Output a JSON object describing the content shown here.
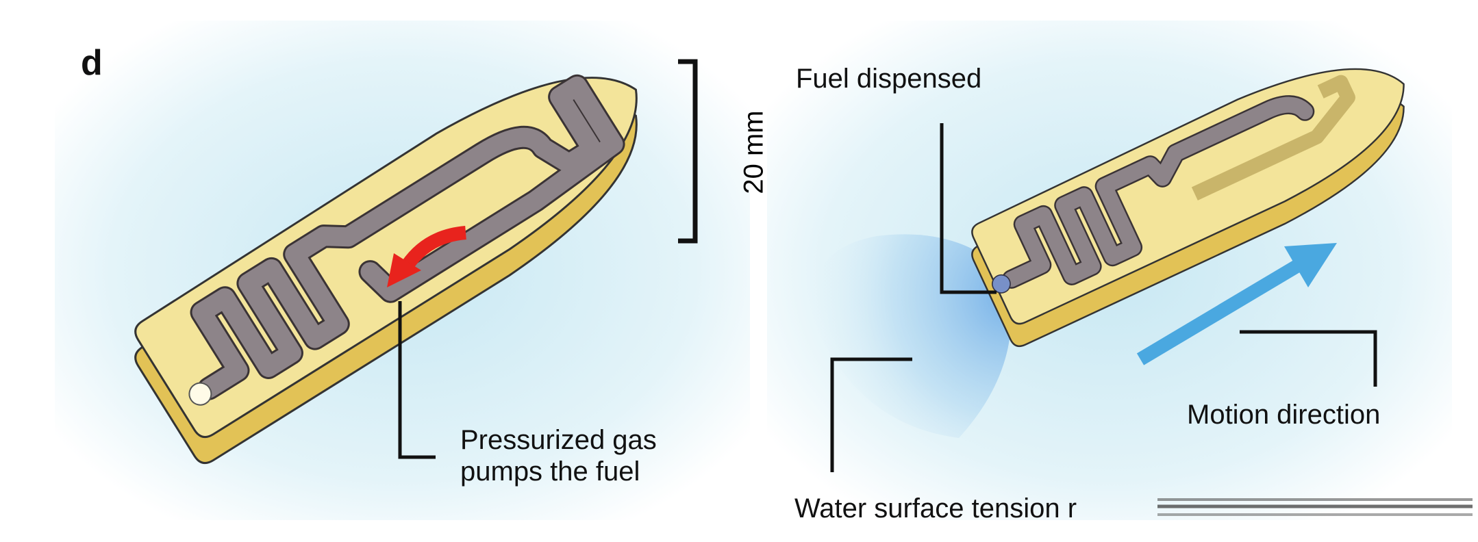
{
  "figure": {
    "panel_letter": "d",
    "scale_bar": "20 mm",
    "left_panel": {
      "callout": [
        "Pressurized  gas",
        "pumps the fuel"
      ]
    },
    "right_panel": {
      "fuel_label": "Fuel dispensed",
      "motion_label": "Motion direction",
      "tension_label": "Water surface tension r"
    },
    "colors": {
      "hull": "#f3e49a",
      "hull_side": "#e2c256",
      "channel": "#8d8489",
      "arrow_red": "#e8231d",
      "arrow_blue": "#4aa8e0",
      "water": "#d6eef6"
    }
  }
}
